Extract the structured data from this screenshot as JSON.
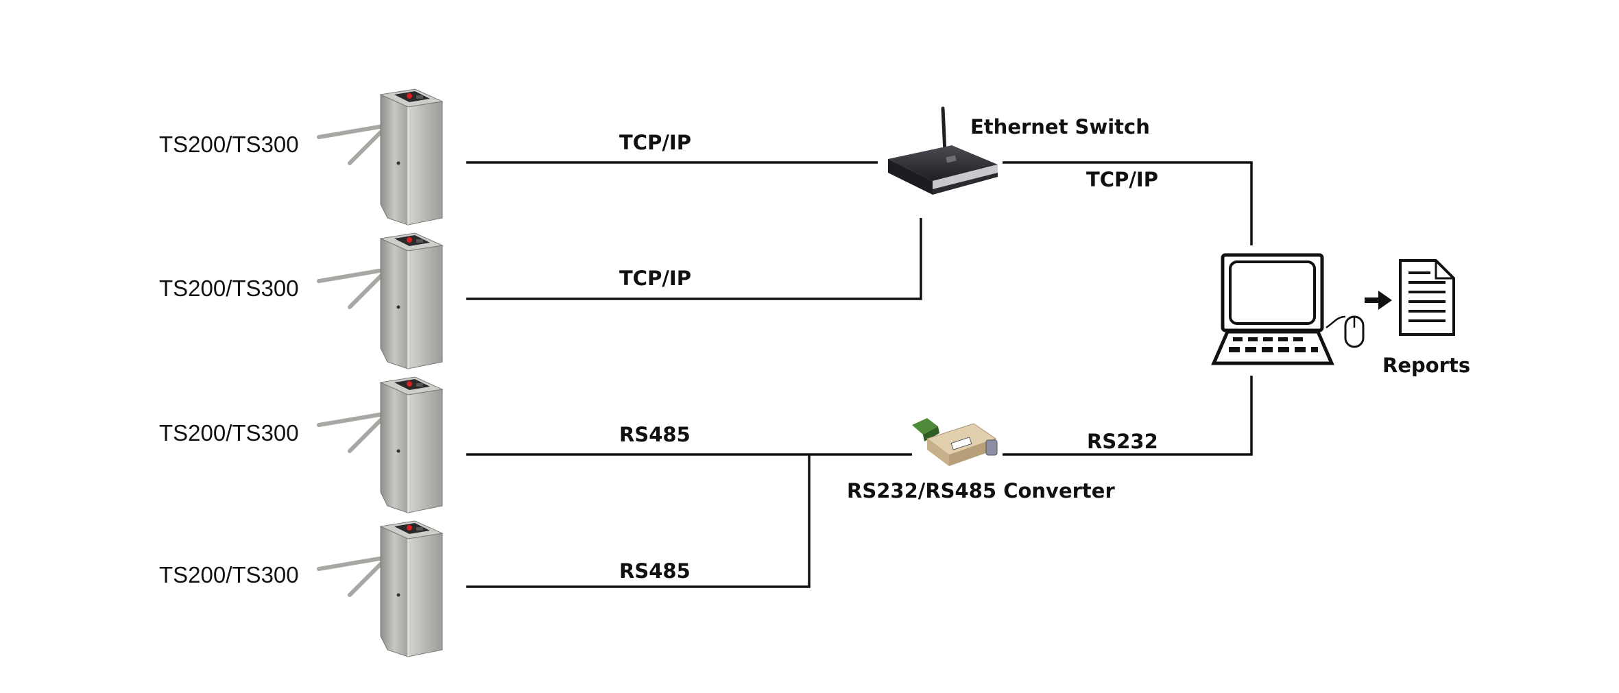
{
  "turnstiles": [
    {
      "label": "TS200/TS300",
      "link_label": "TCP/IP"
    },
    {
      "label": "TS200/TS300",
      "link_label": "TCP/IP"
    },
    {
      "label": "TS200/TS300",
      "link_label": "RS485"
    },
    {
      "label": "TS200/TS300",
      "link_label": "RS485"
    }
  ],
  "switch": {
    "label": "Ethernet Switch",
    "uplink_label": "TCP/IP"
  },
  "converter": {
    "label": "RS232/RS485 Converter",
    "uplink_label": "RS232"
  },
  "reports": {
    "label": "Reports"
  },
  "colors": {
    "line": "#111111",
    "turnstile_steel": "#b8b6b2",
    "converter_body": "#dcc7a4",
    "switch_body": "#2b2d31"
  }
}
